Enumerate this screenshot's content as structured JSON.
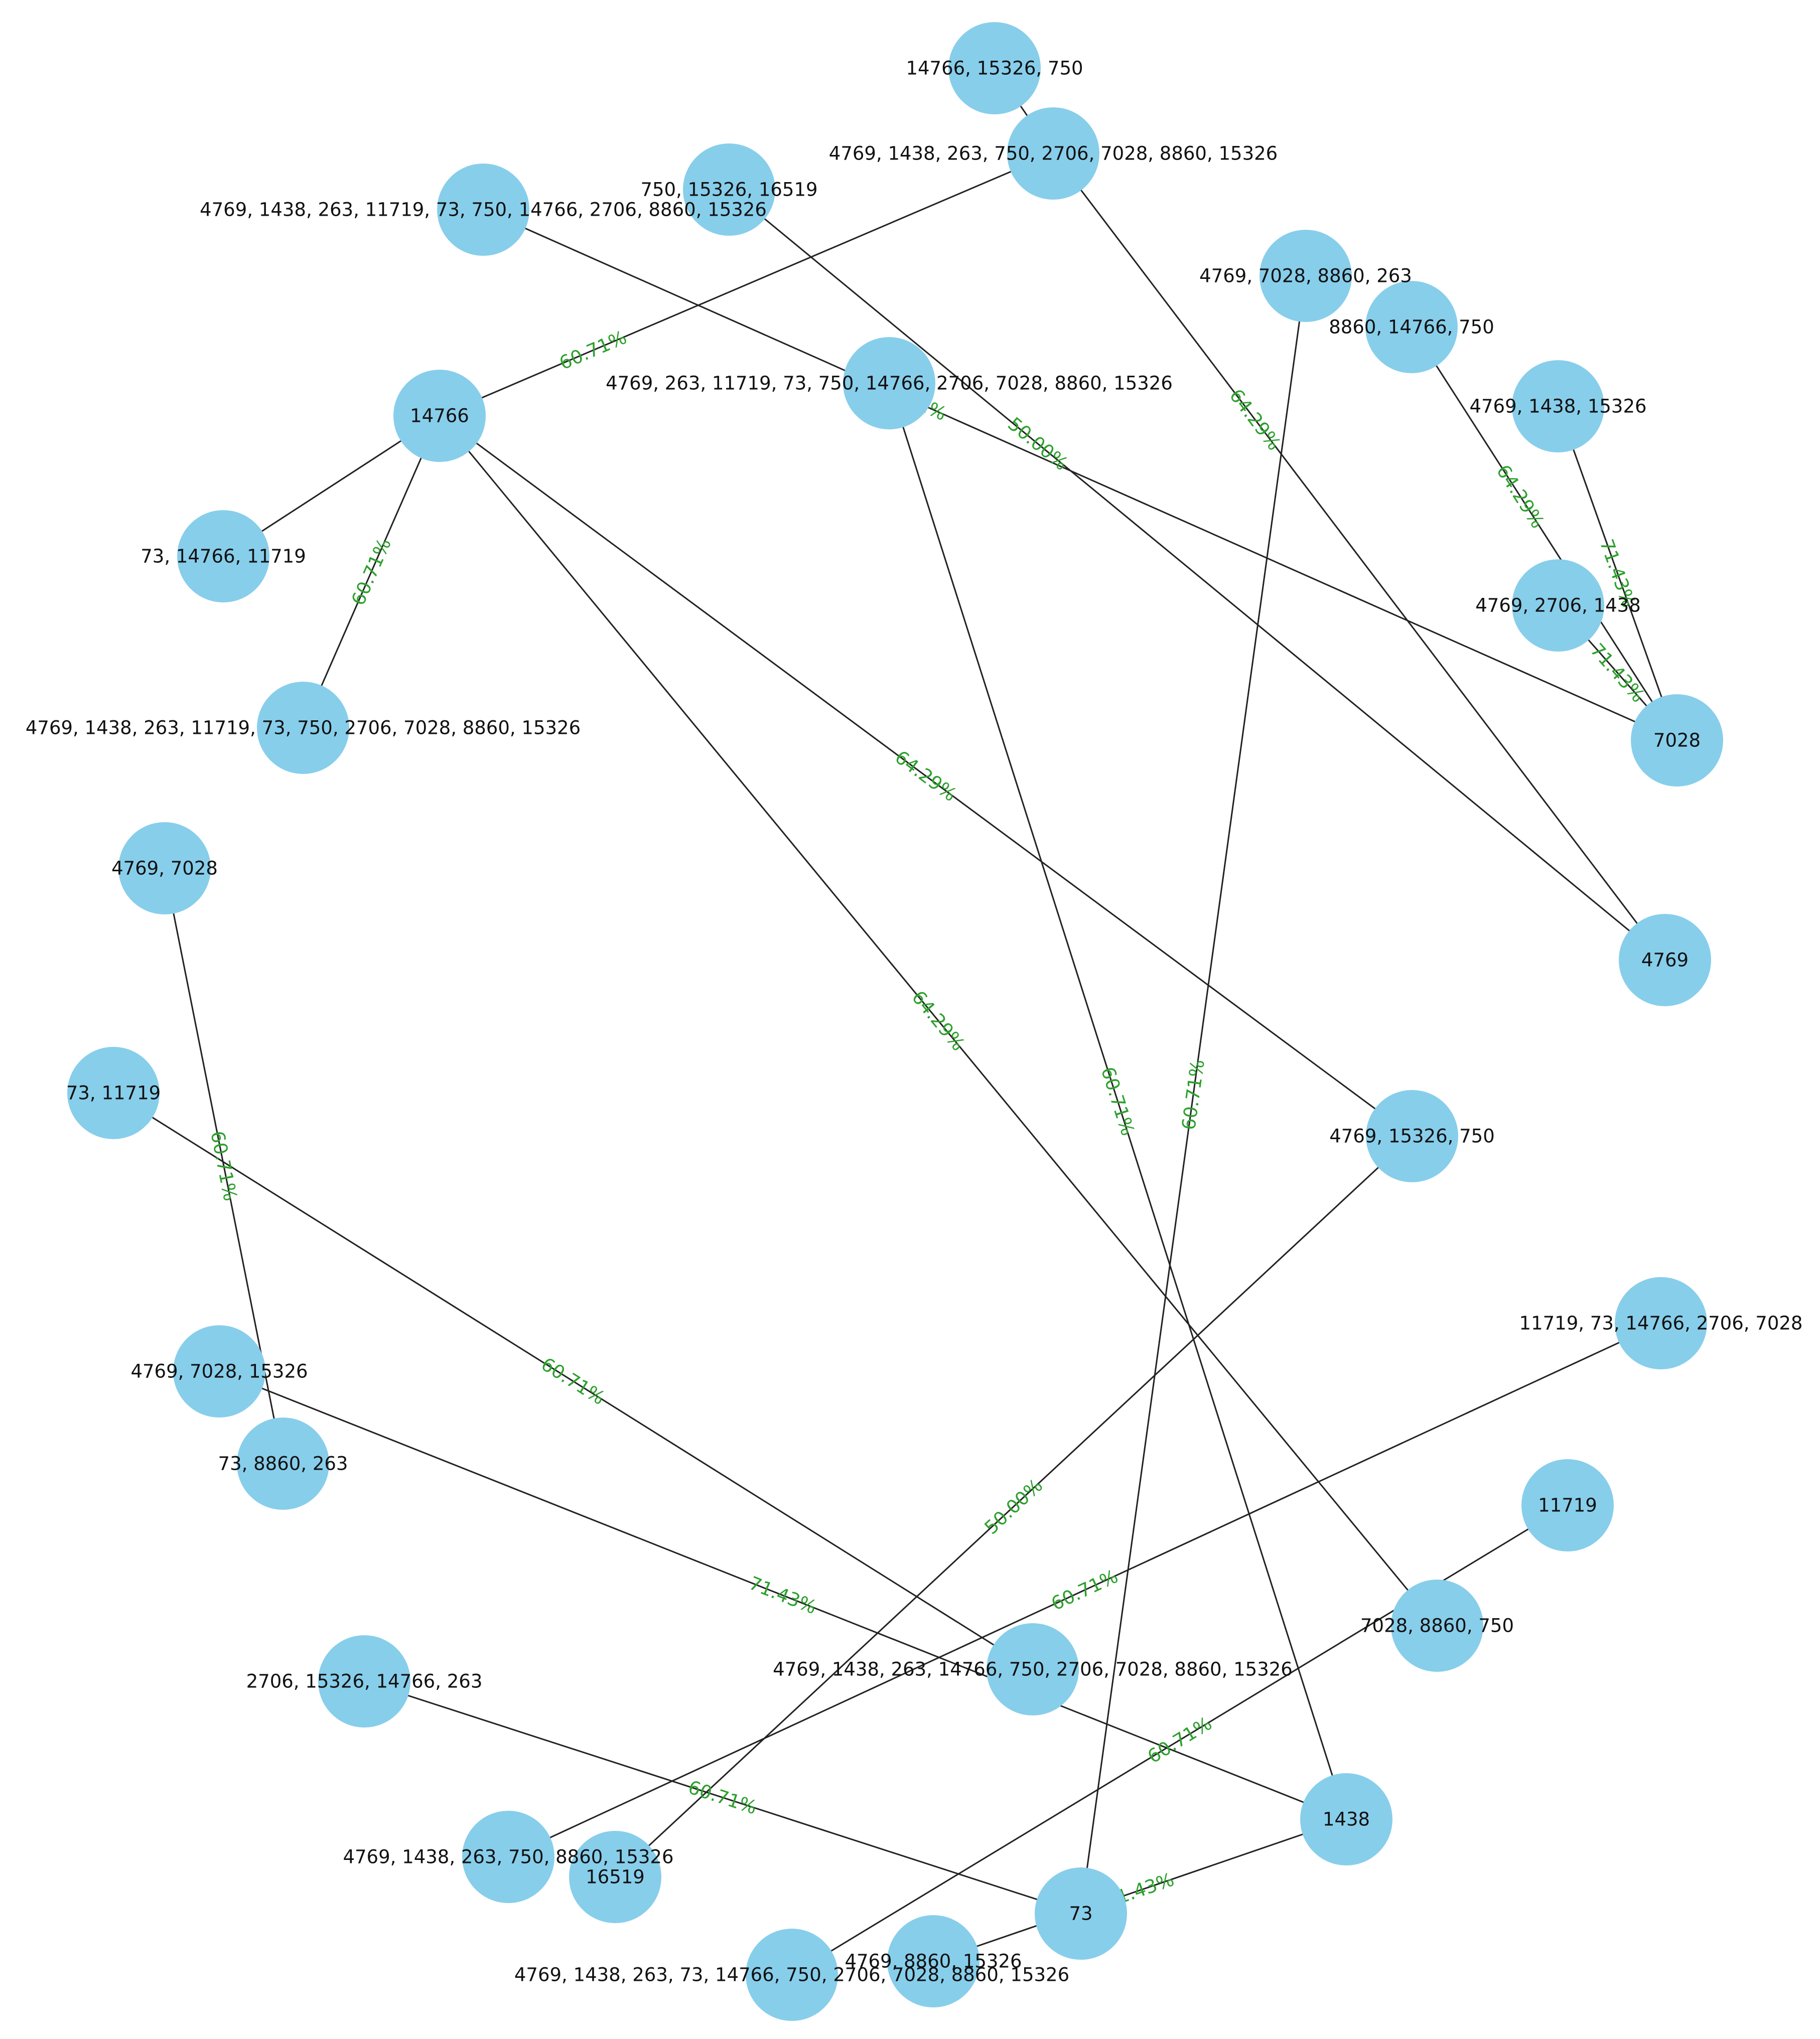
{
  "graph": {
    "node_color": "#87CEEB",
    "edge_color": "#222222",
    "edge_label_color": "#2ca02c",
    "nodes": [
      {
        "id": "n1",
        "label": "14766, 15326, 750"
      },
      {
        "id": "n2",
        "label": "4769, 1438, 263, 750, 2706, 7028, 8860, 15326"
      },
      {
        "id": "n3",
        "label": "750, 15326, 16519"
      },
      {
        "id": "n4",
        "label": "4769, 1438, 263, 11719, 73, 750, 14766, 2706, 8860, 15326"
      },
      {
        "id": "n5",
        "label": "4769, 7028, 8860, 263"
      },
      {
        "id": "n6",
        "label": "8860, 14766, 750"
      },
      {
        "id": "n7",
        "label": "4769, 1438, 15326"
      },
      {
        "id": "n8",
        "label": "4769, 263, 11719, 73, 750, 14766, 2706, 7028, 8860, 15326"
      },
      {
        "id": "n9",
        "label": "14766"
      },
      {
        "id": "n10",
        "label": "73, 14766, 11719"
      },
      {
        "id": "n11",
        "label": "4769, 2706, 1438"
      },
      {
        "id": "n12",
        "label": "7028"
      },
      {
        "id": "n13",
        "label": "4769, 1438, 263, 11719, 73, 750, 2706, 7028, 8860, 15326"
      },
      {
        "id": "n14",
        "label": "4769, 7028"
      },
      {
        "id": "n15",
        "label": "4769"
      },
      {
        "id": "n16",
        "label": "73, 11719"
      },
      {
        "id": "n17",
        "label": "4769, 15326, 750"
      },
      {
        "id": "n18",
        "label": "11719, 73, 14766, 2706, 7028"
      },
      {
        "id": "n19",
        "label": "4769, 7028, 15326"
      },
      {
        "id": "n20",
        "label": "73, 8860, 263"
      },
      {
        "id": "n21",
        "label": "11719"
      },
      {
        "id": "n22",
        "label": "7028, 8860, 750"
      },
      {
        "id": "n23",
        "label": "2706, 15326, 14766, 263"
      },
      {
        "id": "n24",
        "label": "4769, 1438, 263, 14766, 750, 2706, 7028, 8860, 15326"
      },
      {
        "id": "n25",
        "label": "1438"
      },
      {
        "id": "n26",
        "label": "4769, 1438, 263, 750, 8860, 15326"
      },
      {
        "id": "n27",
        "label": "16519"
      },
      {
        "id": "n28",
        "label": "73"
      },
      {
        "id": "n29",
        "label": "4769, 8860, 15326"
      },
      {
        "id": "n30",
        "label": "4769, 1438, 263, 73, 14766, 750, 2706, 7028, 8860, 15326"
      }
    ],
    "edges": [
      {
        "from": "n1",
        "to": "n2",
        "label": ""
      },
      {
        "from": "n9",
        "to": "n2",
        "label": "60.71%"
      },
      {
        "from": "n2",
        "to": "n15",
        "label": "64.29%"
      },
      {
        "from": "n3",
        "to": "n15",
        "label": "50.00%"
      },
      {
        "from": "n4",
        "to": "n12",
        "label": "60.71%"
      },
      {
        "from": "n9",
        "to": "n10",
        "label": ""
      },
      {
        "from": "n9",
        "to": "n13",
        "label": "60.71%"
      },
      {
        "from": "n9",
        "to": "n17",
        "label": "64.29%"
      },
      {
        "from": "n9",
        "to": "n22",
        "label": "64.29%"
      },
      {
        "from": "n8",
        "to": "n25",
        "label": "60.71%"
      },
      {
        "from": "n5",
        "to": "n28",
        "label": "60.71%"
      },
      {
        "from": "n6",
        "to": "n12",
        "label": "64.29%"
      },
      {
        "from": "n7",
        "to": "n12",
        "label": "71.43%"
      },
      {
        "from": "n11",
        "to": "n12",
        "label": "71.43%"
      },
      {
        "from": "n14",
        "to": "n20",
        "label": "60.71%"
      },
      {
        "from": "n16",
        "to": "n24",
        "label": "60.71%"
      },
      {
        "from": "n19",
        "to": "n25",
        "label": "71.43%"
      },
      {
        "from": "n17",
        "to": "n27",
        "label": "50.00%"
      },
      {
        "from": "n18",
        "to": "n26",
        "label": "60.71%"
      },
      {
        "from": "n21",
        "to": "n30",
        "label": "60.71%"
      },
      {
        "from": "n23",
        "to": "n28",
        "label": "60.71%"
      },
      {
        "from": "n25",
        "to": "n29",
        "label": "71.43%"
      }
    ]
  }
}
